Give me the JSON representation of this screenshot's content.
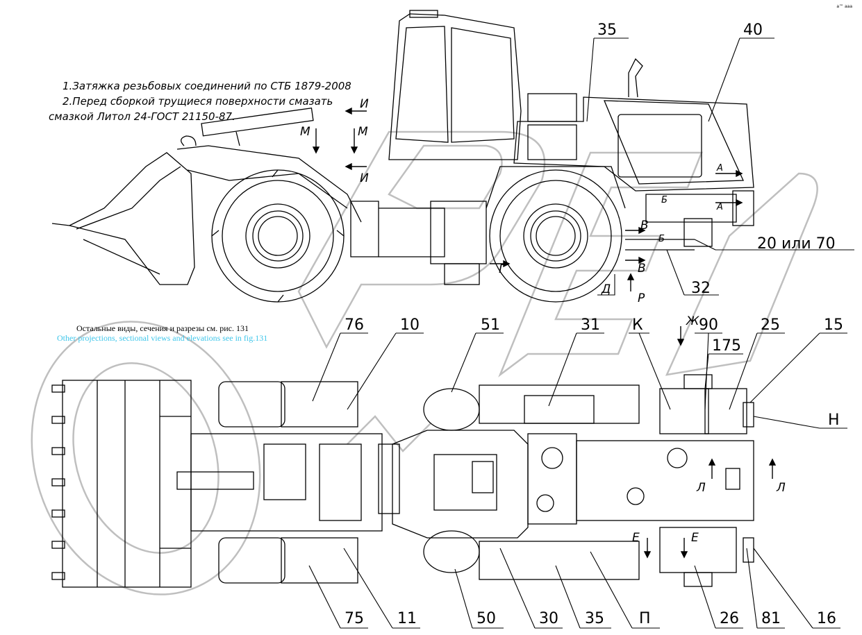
{
  "notes": [
    "1.Затяжка резьбовых соединений по СТБ 1879-2008",
    "2.Перед сборкой трущиеся поверхности смазать",
    "смазкой Литол 24-ГОСТ 21150-87."
  ],
  "captions": {
    "ru": "Остальные виды, сечения и разрезы см. рис. 131",
    "en": "Other projections, sectional views and elevations see in fig.131"
  },
  "callouts_side": [
    "35",
    "40",
    "20 или 70",
    "32"
  ],
  "callouts_top_row": [
    "76",
    "10",
    "51",
    "31",
    "К",
    "90",
    "175",
    "25",
    "15",
    "Н"
  ],
  "callouts_bottom_row": [
    "75",
    "11",
    "50",
    "30",
    "35",
    "П",
    "26",
    "81",
    "16"
  ],
  "view_letters": [
    "И",
    "М",
    "М",
    "И",
    "А",
    "А",
    "Б",
    "Б",
    "В",
    "В",
    "Г",
    "Д",
    "Р",
    "Ж",
    "Л",
    "Л",
    "Е",
    "Е"
  ],
  "watermark": "ОРЕХ",
  "corner_mark": "a™ aaa",
  "colors": {
    "line": "#000000",
    "watermark": "#bfbfbf",
    "caption_en": "#3fc6ea"
  }
}
